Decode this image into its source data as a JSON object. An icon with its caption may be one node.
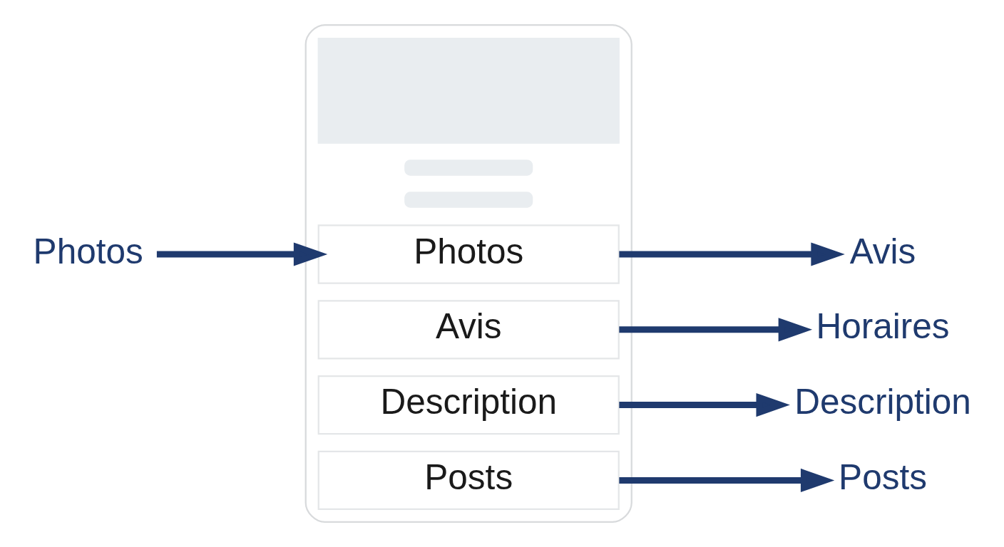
{
  "diagram": {
    "nodes": [
      {
        "text": [],
        "shape": "box"
      },
      {
        "text": [],
        "shape": "box",
        "in": 0
      },
      {
        "text": [],
        "shape": "bar",
        "in": 0
      },
      {
        "text": [],
        "shape": "bar",
        "in": 0
      },
      {
        "text": [
          "Photos"
        ],
        "in": 0
      },
      {
        "text": [
          "Avis"
        ],
        "in": 0
      },
      {
        "text": [
          "Description"
        ],
        "in": 0
      },
      {
        "text": [
          "Posts"
        ],
        "in": 0
      },
      {
        "text": [
          "Photos"
        ]
      },
      {
        "text": [
          "Avis"
        ]
      },
      {
        "text": [
          "Horaires"
        ]
      },
      {
        "text": [
          "Description"
        ]
      },
      {
        "text": [
          "Posts"
        ]
      }
    ],
    "edges": [
      {
        "from": 8,
        "to": 4,
        "arrow": "to"
      },
      {
        "from": 4,
        "to": 9,
        "arrow": "to"
      },
      {
        "from": 5,
        "to": 10,
        "arrow": "to"
      },
      {
        "from": 6,
        "to": 11,
        "arrow": "to"
      },
      {
        "from": 7,
        "to": 12,
        "arrow": "to"
      }
    ]
  }
}
